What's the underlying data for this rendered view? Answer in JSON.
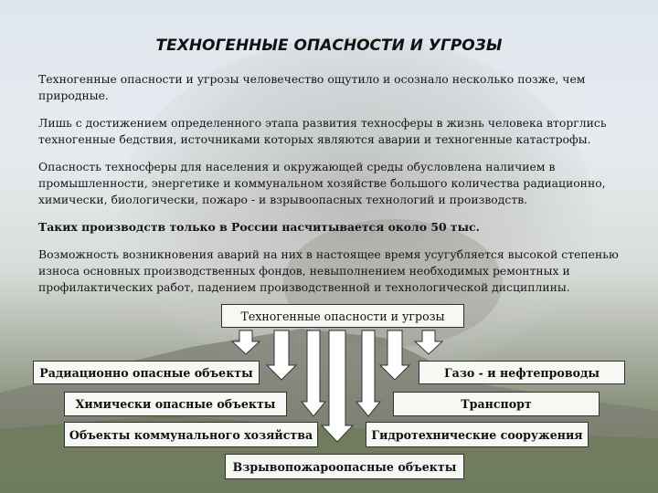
{
  "title": "ТЕХНОГЕННЫЕ ОПАСНОСТИ И УГРОЗЫ",
  "paragraphs": {
    "p1_lead": "Техногенные опасности и угрозы",
    "p1_rest": " человечество ощутило и осознало несколько позже, чем природные.",
    "p2": "Лишь с достижением определенного этапа развития техносферы в жизнь человека вторглись техногенные бедствия, источниками которых являются аварии и техногенные катастрофы.",
    "p3": "Опасность техносферы для населения и окружающей среды обусловлена наличием в промышленности, энергетике и коммунальном хозяйстве большого количества радиационно, химически, биологически, пожаро - и взрывоопасных технологий и производств.",
    "p4": "Таких производств только в России насчитывается около 50 тыс.",
    "p5": "Возможность возникновения аварий на них в настоящее время усугубляется высокой степенью износа основных производственных фондов, невыполнением необходимых ремонтных и профилактических работ, падением производственной и технологической дисциплины."
  },
  "diagram": {
    "root": "Техногенные опасности и угрозы",
    "left": [
      "Радиационно опасные объекты",
      "Химически опасные объекты",
      "Объекты коммунального хозяйства"
    ],
    "right": [
      "Газо - и нефтепроводы",
      "Транспорт",
      "Гидротехнические сооружения"
    ],
    "bottom": "Взрывопожароопасные объекты"
  },
  "colors": {
    "box_fill": "#f7f7f4",
    "box_border": "#333333",
    "arrow_fill": "#ffffff"
  }
}
